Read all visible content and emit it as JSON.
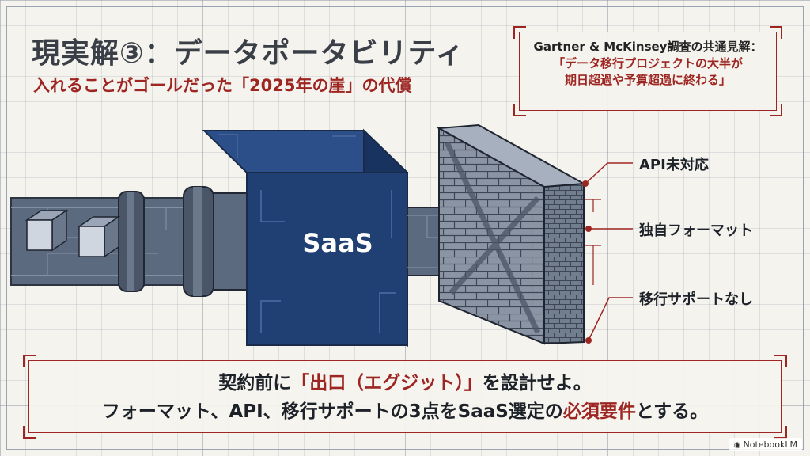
{
  "title": "現実解③：データポータビリティ",
  "subtitle": "入れることがゴールだった「2025年の崖」の代償",
  "quote": {
    "source": "Gartner & McKinsey調査の共通見解：",
    "line1": "「データ移行プロジェクトの大半が",
    "line2": "期日超過や予算超過に終わる」"
  },
  "diagram": {
    "center_label": "SaaS",
    "callouts": [
      "API未対応",
      "独自フォーマット",
      "移行サポートなし"
    ]
  },
  "bottom": {
    "line1_pre": "契約前に",
    "line1_highlight": "「出口（エグジット）」",
    "line1_post": "を設計せよ。",
    "line2_pre": "フォーマット、API、移行サポートの3点をSaaS選定の",
    "line2_highlight": "必須要件",
    "line2_post": "とする。"
  },
  "badge": "NotebookLM",
  "colors": {
    "navy": "#203f73",
    "accent_red": "#9e2622",
    "pipe": "#5c6a80",
    "wall": "#8a94a3"
  }
}
